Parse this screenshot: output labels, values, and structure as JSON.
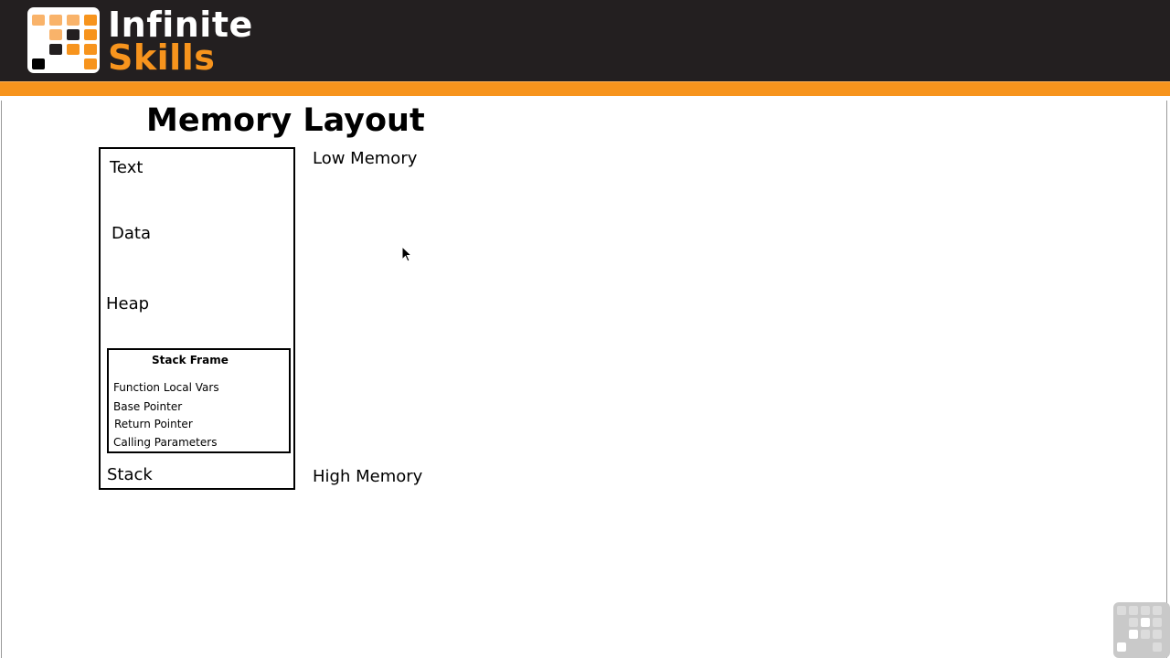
{
  "header": {
    "logo_line1": "Infinite",
    "logo_line2": "Skills"
  },
  "colors": {
    "header_bg": "#231f20",
    "accent": "#f7941d"
  },
  "diagram": {
    "title": "Memory Layout",
    "segments": [
      "Text",
      "Data",
      "Heap",
      "Stack"
    ],
    "stack_frame": {
      "title": "Stack Frame",
      "items": [
        "Function Local Vars",
        "Base Pointer",
        "Return Pointer",
        "Calling Parameters"
      ]
    },
    "low_label": "Low Memory",
    "high_label": "High Memory"
  },
  "icons": {
    "cursor": "mouse-pointer-icon",
    "logo": "infinite-skills-logo-icon",
    "watermark": "infinite-skills-watermark-icon"
  }
}
